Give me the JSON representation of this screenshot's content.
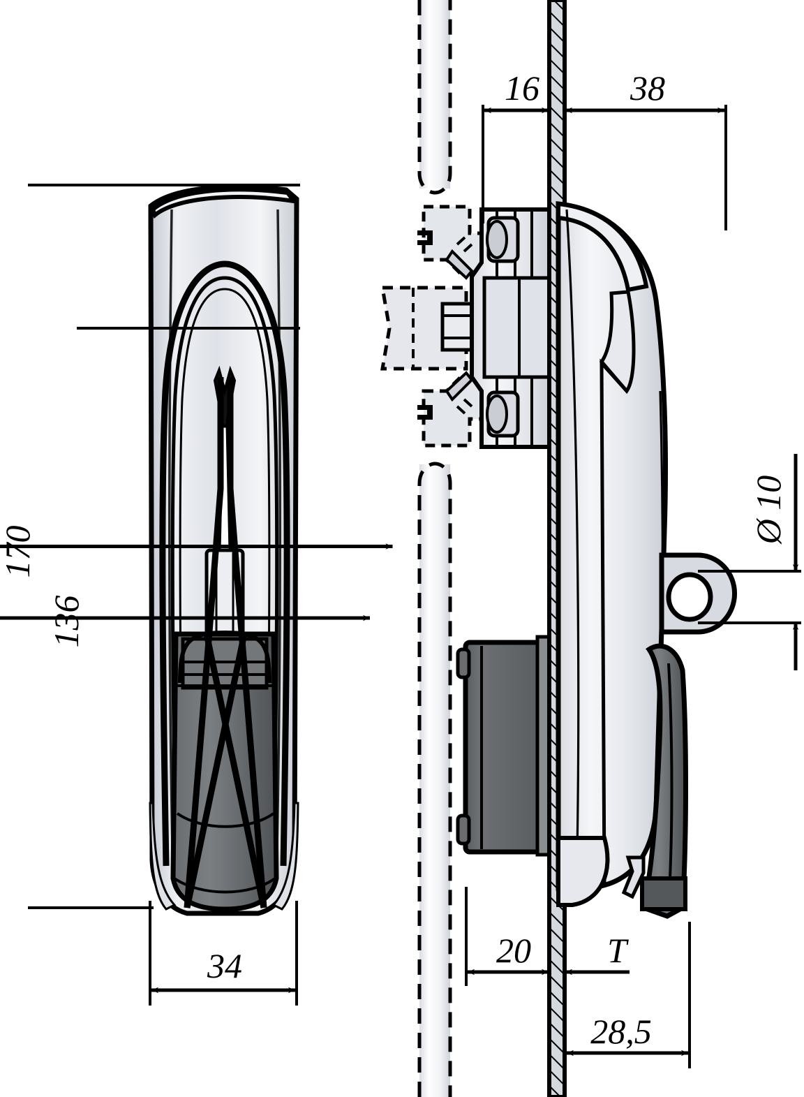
{
  "drawing": {
    "title": "Technical dimension drawing - swing handle lock",
    "units": "mm",
    "line_color": "#000000",
    "metal_light": "#e8eaee",
    "metal_mid": "#d2d6dd",
    "metal_dark": "#6e7275",
    "plastic_dark": "#5f6264",
    "panel_fill": "#d5d8de"
  },
  "views": {
    "front": {
      "name": "front-view",
      "label": ""
    },
    "side": {
      "name": "side-view",
      "label": ""
    }
  },
  "dimensions": {
    "height_total": {
      "value": "170",
      "orientation": "vertical",
      "view": "front"
    },
    "height_inner": {
      "value": "136",
      "orientation": "vertical",
      "view": "front"
    },
    "width_total": {
      "value": "34",
      "orientation": "horizontal",
      "view": "front"
    },
    "depth_rear": {
      "value": "16",
      "orientation": "horizontal",
      "view": "side"
    },
    "depth_front": {
      "value": "38",
      "orientation": "horizontal",
      "view": "side"
    },
    "depth_rear_low": {
      "value": "20",
      "orientation": "horizontal",
      "view": "side"
    },
    "panel_thickness": {
      "value": "T",
      "orientation": "horizontal",
      "view": "side"
    },
    "lever_depth": {
      "value": "28,5",
      "orientation": "horizontal",
      "view": "side"
    },
    "padlock_hole": {
      "value": "Ø 10",
      "orientation": "vertical",
      "view": "side"
    }
  }
}
